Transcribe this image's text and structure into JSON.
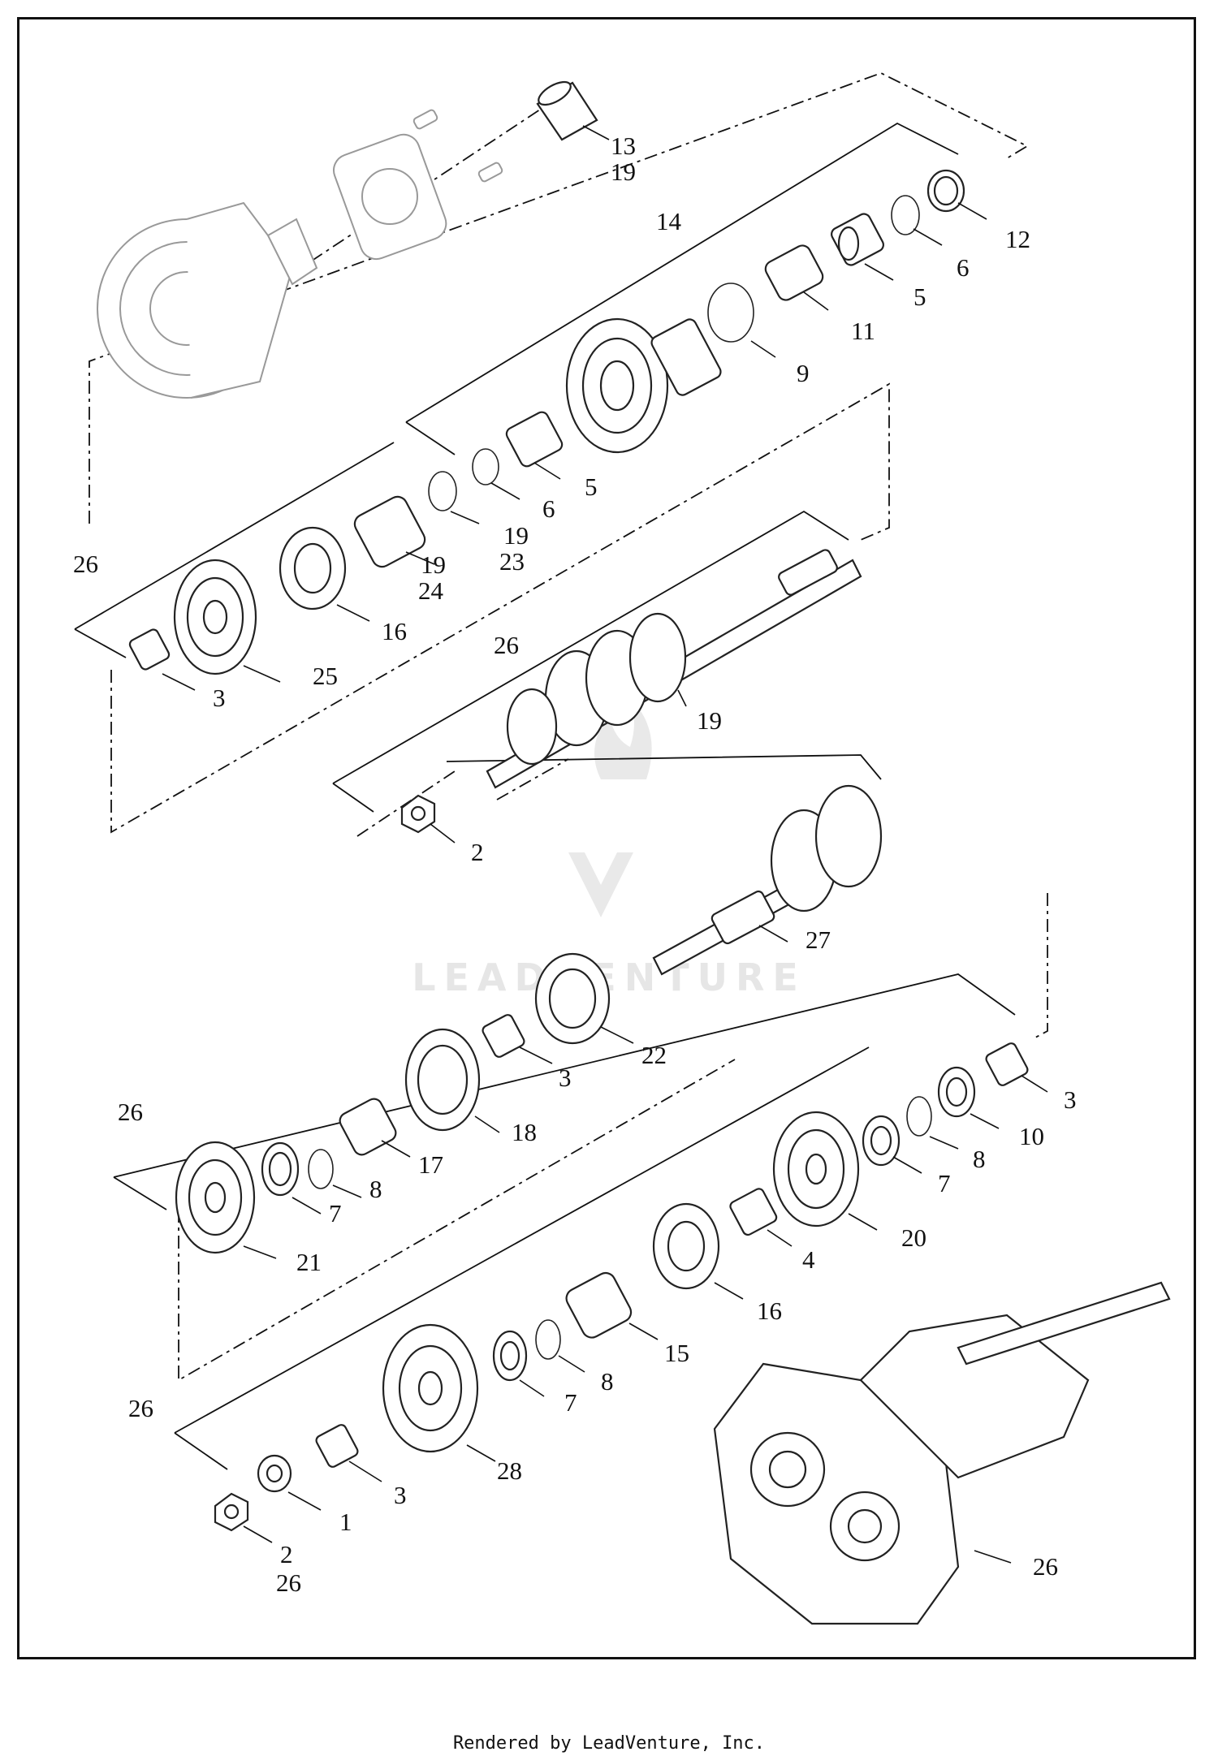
{
  "footer": "Rendered by LeadVenture, Inc.",
  "watermark": "LEADVENTURE",
  "callouts": {
    "c13": "13",
    "c19a": "19",
    "c14": "14",
    "c12": "12",
    "c6a": "6",
    "c5a": "5",
    "c11": "11",
    "c9": "9",
    "c5b": "5",
    "c6b": "6",
    "c19b": "19",
    "c23": "23",
    "c19c": "19",
    "c24": "24",
    "c26a": "26",
    "c16a": "16",
    "c25": "25",
    "c3a": "3",
    "c26b": "26",
    "c19d": "19",
    "c2a": "2",
    "c27": "27",
    "c22": "22",
    "c3b": "3",
    "c26c": "26",
    "c18": "18",
    "c17": "17",
    "c8a": "8",
    "c7a": "7",
    "c21": "21",
    "c3c": "3",
    "c10": "10",
    "c8b": "8",
    "c7b": "7",
    "c20": "20",
    "c4": "4",
    "c16b": "16",
    "c15": "15",
    "c8c": "8",
    "c7c": "7",
    "c26d": "26",
    "c28": "28",
    "c3d": "3",
    "c1": "1",
    "c2b": "2",
    "c26e": "26",
    "c26f": "26"
  }
}
